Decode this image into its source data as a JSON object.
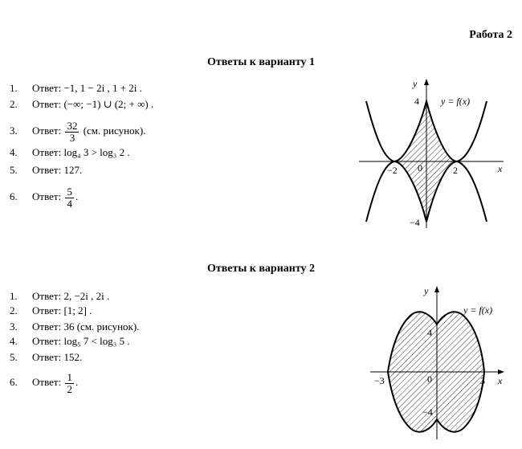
{
  "work_title": "Работа 2",
  "variant1": {
    "title": "Ответы к варианту 1",
    "answers": [
      {
        "num": "1.",
        "label": "Ответ:",
        "text": "−1, 1 − 2i , 1 + 2i ."
      },
      {
        "num": "2.",
        "label": "Ответ:",
        "text": "(−∞; −1) ∪ (2; + ∞) ."
      },
      {
        "num": "3.",
        "label": "Ответ:",
        "frac_num": "32",
        "frac_den": "3",
        "text": "(см. рисунок)."
      },
      {
        "num": "4.",
        "label": "Ответ:",
        "text": "log₄ 3 > log₃ 2 ."
      },
      {
        "num": "5.",
        "label": "Ответ:",
        "text": "127."
      },
      {
        "num": "6.",
        "label": "Ответ:",
        "frac_num": "5",
        "frac_den": "4",
        "text": "."
      }
    ],
    "graph": {
      "y_axis": "y",
      "x_axis": "x",
      "func": "y = f(x)",
      "ticks": {
        "y_top": "4",
        "y_bottom": "−4",
        "x_left": "−2",
        "x_right": "2",
        "origin": "0"
      }
    }
  },
  "variant2": {
    "title": "Ответы к варианту 2",
    "answers": [
      {
        "num": "1.",
        "label": "Ответ:",
        "text": "2, −2i , 2i ."
      },
      {
        "num": "2.",
        "label": "Ответ:",
        "text": "[1; 2] ."
      },
      {
        "num": "3.",
        "label": "Ответ:",
        "text": "36 (см. рисунок)."
      },
      {
        "num": "4.",
        "label": "Ответ:",
        "text": "log₅ 7 < log₃ 5 ."
      },
      {
        "num": "5.",
        "label": "Ответ:",
        "text": "152."
      },
      {
        "num": "6.",
        "label": "Ответ:",
        "frac_num": "1",
        "frac_den": "2",
        "text": "."
      }
    ],
    "graph": {
      "y_axis": "y",
      "x_axis": "x",
      "func": "y = f(x)",
      "ticks": {
        "y_top": "4",
        "y_bottom": "−4",
        "x_left": "−3",
        "x_right": "3",
        "origin": "0"
      }
    }
  }
}
